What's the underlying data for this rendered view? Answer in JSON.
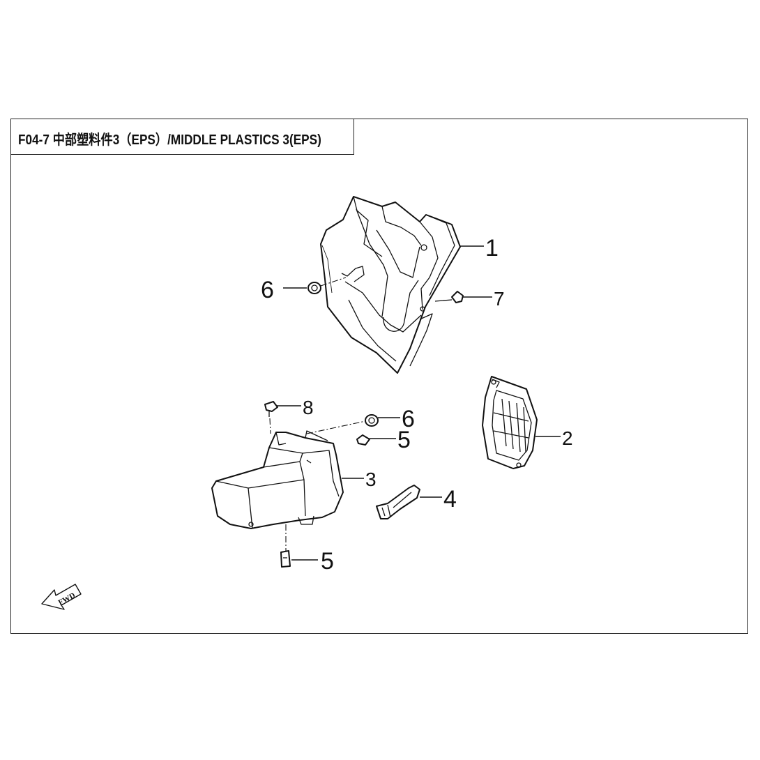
{
  "title": "F04-7 中部塑料件3（EPS）/MIDDLE PLASTICS 3(EPS)",
  "callouts": {
    "c1": "1",
    "c2": "2",
    "c3": "3",
    "c4": "4",
    "c5a": "5",
    "c5b": "5",
    "c6a": "6",
    "c6b": "6",
    "c7": "7",
    "c8": "8"
  },
  "fwd_label": "FWD"
}
